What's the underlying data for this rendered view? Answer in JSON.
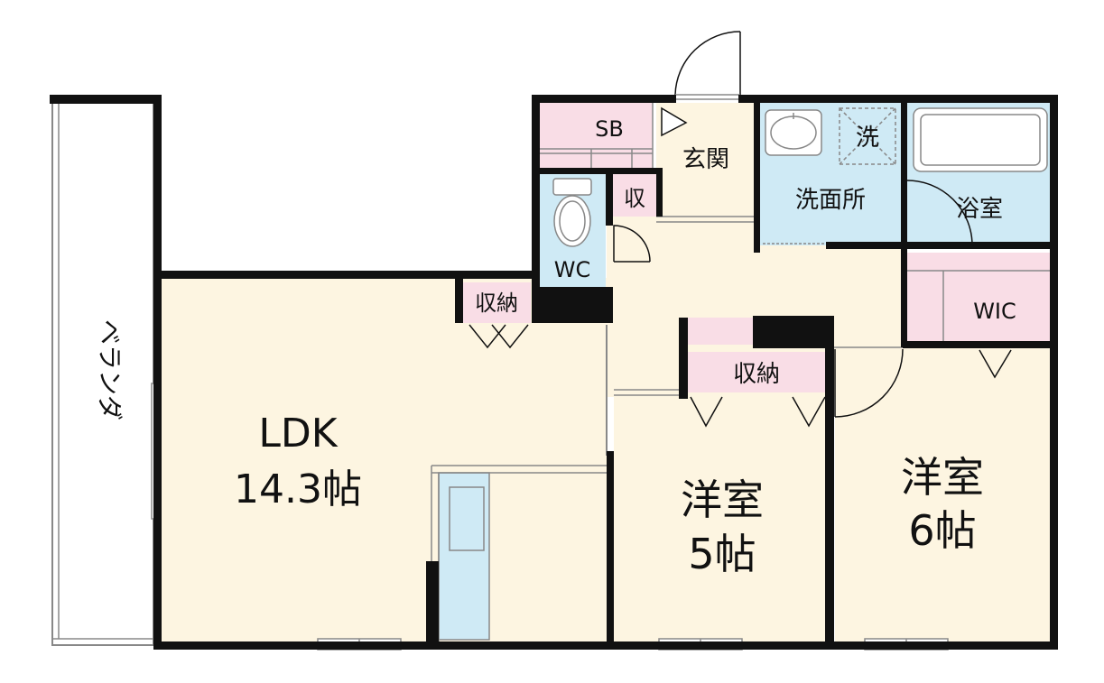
{
  "colors": {
    "wall": "#111111",
    "floor": "#fdf5e1",
    "wet": "#cfeaf5",
    "storage": "#f9dde6",
    "outline": "#888888"
  },
  "rooms": {
    "ldk": {
      "name": "LDK",
      "size": "14.3帖"
    },
    "western5": {
      "name": "洋室",
      "size": "5帖"
    },
    "western6": {
      "name": "洋室",
      "size": "6帖"
    },
    "entrance": "玄関",
    "washroom": "洗面所",
    "bathroom": "浴室",
    "wc": "WC",
    "wic": "WIC",
    "shoebox": "SB",
    "storage_small": "収",
    "storage_ldk": "収納",
    "storage_hall": "収納",
    "washer": "洗",
    "veranda": "ベランダ"
  }
}
